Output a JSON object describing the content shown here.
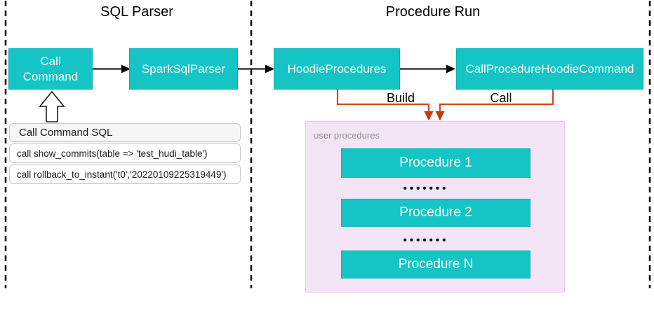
{
  "regions": {
    "sql_parser": {
      "title": "SQL Parser"
    },
    "procedure_run": {
      "title": "Procedure Run"
    }
  },
  "nodes": {
    "call_command": {
      "label": "Call Command"
    },
    "spark_sql_parser": {
      "label": "SparkSqlParser"
    },
    "hoodie_procedures": {
      "label": "HoodieProcedures"
    },
    "call_procedure_hoodie_command": {
      "label": "CallProcedureHoodieCommand"
    }
  },
  "edges": {
    "build_label": "Build",
    "call_label": "Call"
  },
  "sql_panel": {
    "title": "Call Command SQL",
    "statements": [
      "call show_commits(table => 'test_hudi_table')",
      "call rollback_to_instant('t0','20220109225319449')"
    ]
  },
  "user_procedures": {
    "label": "user procedures",
    "items": [
      "Procedure 1",
      "Procedure 2",
      "Procedure N"
    ],
    "dots": "•••••••"
  },
  "colors": {
    "node_fill": "#15c4c5",
    "node_text": "#ffffff",
    "edge_orange": "#d2491b",
    "edge_black": "#000000",
    "container_fill": "#f3e5f6",
    "panel_header_fill": "#f6f6f6",
    "muted_text": "#8f8f8f"
  }
}
